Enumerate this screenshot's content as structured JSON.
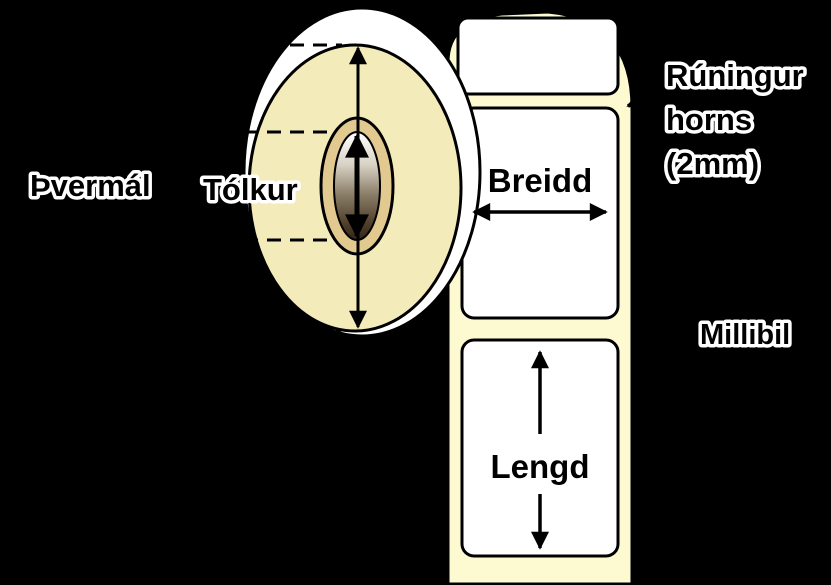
{
  "title": "Label roll dimension diagram",
  "colors": {
    "background": "#000000",
    "backing": "#FDFAD2",
    "roll_face": "#F3EBB9",
    "core_ring": "#E2C98F",
    "label_white": "#FFFFFF",
    "line": "#000000"
  },
  "annotations": {
    "diameter": "Þvermál",
    "core": "Tólkur",
    "width": "Breidd",
    "length": "Lengd",
    "corner_line1": "Rúningur",
    "corner_line2": "horns",
    "corner_line3": "(2mm)",
    "gap": "Millibil"
  }
}
